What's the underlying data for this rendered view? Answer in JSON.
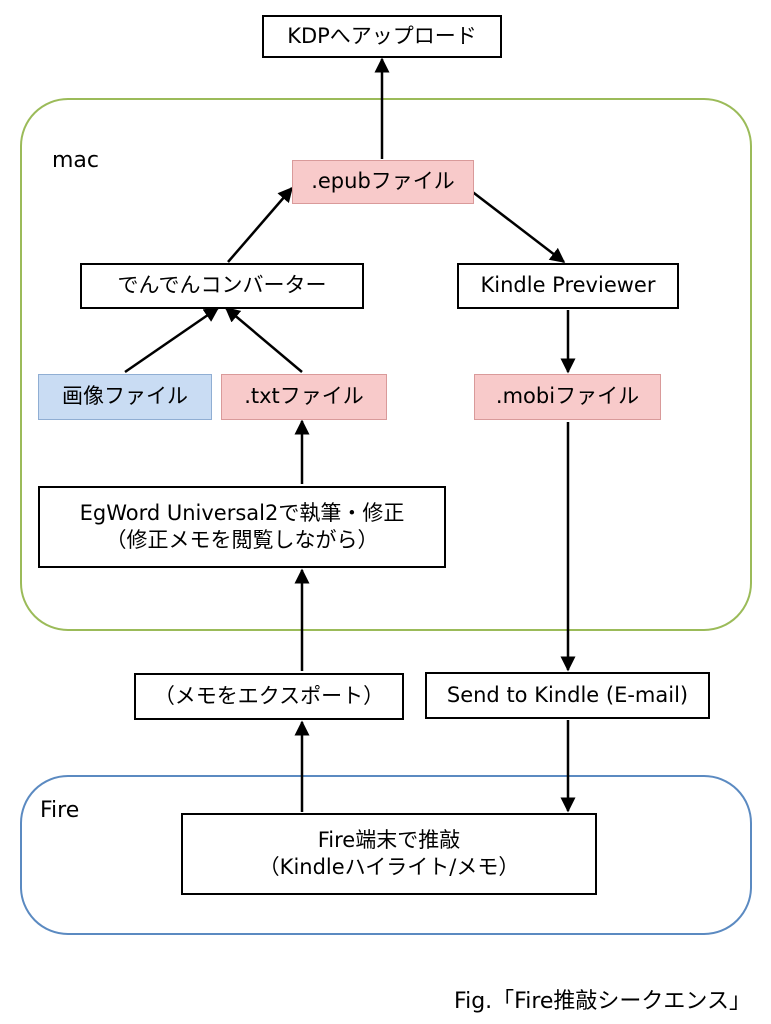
{
  "groups": {
    "mac": {
      "label": "mac",
      "border_color": "#9bbb59"
    },
    "fire": {
      "label": "Fire",
      "border_color": "#5b8ac1"
    }
  },
  "nodes": {
    "kdp_upload": {
      "label": "KDPへアップロード"
    },
    "epub_file": {
      "label": ".epubファイル",
      "fill": "#f8caca"
    },
    "denden_converter": {
      "label": "でんでんコンバーター"
    },
    "kindle_previewer": {
      "label": "Kindle Previewer"
    },
    "image_file": {
      "label": "画像ファイル",
      "fill": "#c9dcf3"
    },
    "txt_file": {
      "label": ".txtファイル",
      "fill": "#f8caca"
    },
    "mobi_file": {
      "label": ".mobiファイル",
      "fill": "#f8caca"
    },
    "egword": {
      "line1": "EgWord Universal2で執筆・修正",
      "line2": "（修正メモを閲覧しながら）"
    },
    "memo_export": {
      "label": "（メモをエクスポート）"
    },
    "send_to_kindle": {
      "label": "Send to Kindle (E-mail)"
    },
    "fire_proofread": {
      "line1": "Fire端末で推敲",
      "line2": "（Kindleハイライト/メモ）"
    }
  },
  "edges": [
    {
      "from": "epub_file",
      "to": "kdp_upload"
    },
    {
      "from": "denden_converter",
      "to": "epub_file"
    },
    {
      "from": "epub_file",
      "to": "kindle_previewer"
    },
    {
      "from": "image_file",
      "to": "denden_converter"
    },
    {
      "from": "txt_file",
      "to": "denden_converter"
    },
    {
      "from": "kindle_previewer",
      "to": "mobi_file"
    },
    {
      "from": "egword",
      "to": "txt_file"
    },
    {
      "from": "memo_export",
      "to": "egword"
    },
    {
      "from": "fire_proofread",
      "to": "memo_export"
    },
    {
      "from": "mobi_file",
      "to": "send_to_kindle"
    },
    {
      "from": "send_to_kindle",
      "to": "fire_proofread"
    }
  ],
  "caption": "Fig.「Fire推敲シークエンス」"
}
